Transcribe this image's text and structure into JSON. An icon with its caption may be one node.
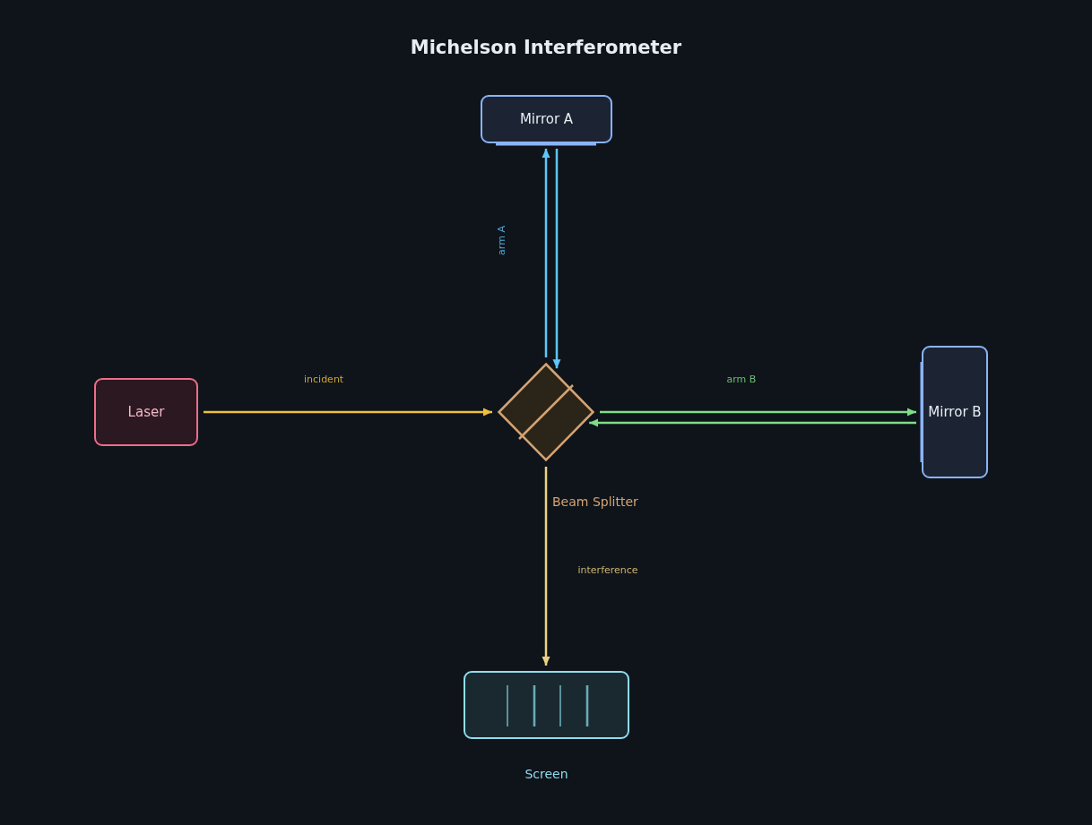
{
  "diagram": {
    "title": "Michelson Interferometer",
    "nodes": [
      {
        "text": [
          "Mirror A"
        ]
      },
      {
        "text": [
          "Laser"
        ]
      },
      {
        "text": [
          "Beam Splitter"
        ]
      },
      {
        "text": [
          "Mirror B"
        ]
      },
      {
        "text": [
          "Screen"
        ]
      }
    ],
    "edges": [
      {
        "from": 1,
        "to": 2,
        "arrow": "to",
        "label": "incident",
        "color": "#f0c03c"
      },
      {
        "from": 2,
        "to": 0,
        "arrow": "to",
        "label": "arm A",
        "color": "#5ec6fa"
      },
      {
        "from": 0,
        "to": 2,
        "arrow": "to",
        "color": "#5ec6fa"
      },
      {
        "from": 2,
        "to": 3,
        "arrow": "to",
        "label": "arm B",
        "color": "#7ede86"
      },
      {
        "from": 3,
        "to": 2,
        "arrow": "to",
        "color": "#7ede86"
      },
      {
        "from": 2,
        "to": 4,
        "arrow": "to",
        "label": "interference",
        "color": "#ecd184"
      }
    ]
  }
}
